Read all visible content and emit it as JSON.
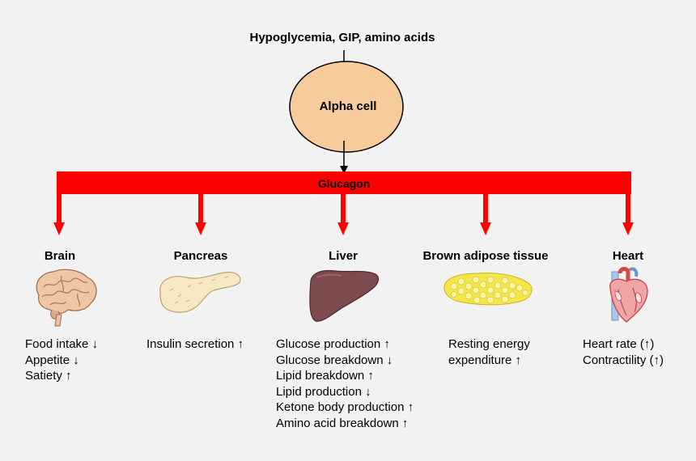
{
  "stimuli_label": "Hypoglycemia, GIP, amino acids",
  "cell_label": "Alpha cell",
  "hormone_label": "Glucagon",
  "colors": {
    "bar": "#ff0000",
    "cell_fill": "#f8cb9c",
    "cell_stroke": "#000000",
    "background": "#f2f2f2"
  },
  "organs": [
    {
      "name": "Brain",
      "icon": "brain-icon",
      "effects": [
        "Food intake ↓",
        "Appetite ↓",
        "Satiety ↑"
      ]
    },
    {
      "name": "Pancreas",
      "icon": "pancreas-icon",
      "effects": [
        "Insulin secretion ↑"
      ]
    },
    {
      "name": "Liver",
      "icon": "liver-icon",
      "effects": [
        "Glucose production ↑",
        "Glucose breakdown ↓",
        "Lipid breakdown ↑",
        "Lipid production ↓",
        "Ketone body production ↑",
        "Amino acid breakdown ↑"
      ]
    },
    {
      "name": "Brown adipose tissue",
      "icon": "adipose-tissue-icon",
      "effects": [
        "Resting energy",
        "expenditure ↑"
      ]
    },
    {
      "name": "Heart",
      "icon": "heart-icon",
      "effects": [
        "Heart rate (↑)",
        "Contractility (↑)"
      ]
    }
  ]
}
